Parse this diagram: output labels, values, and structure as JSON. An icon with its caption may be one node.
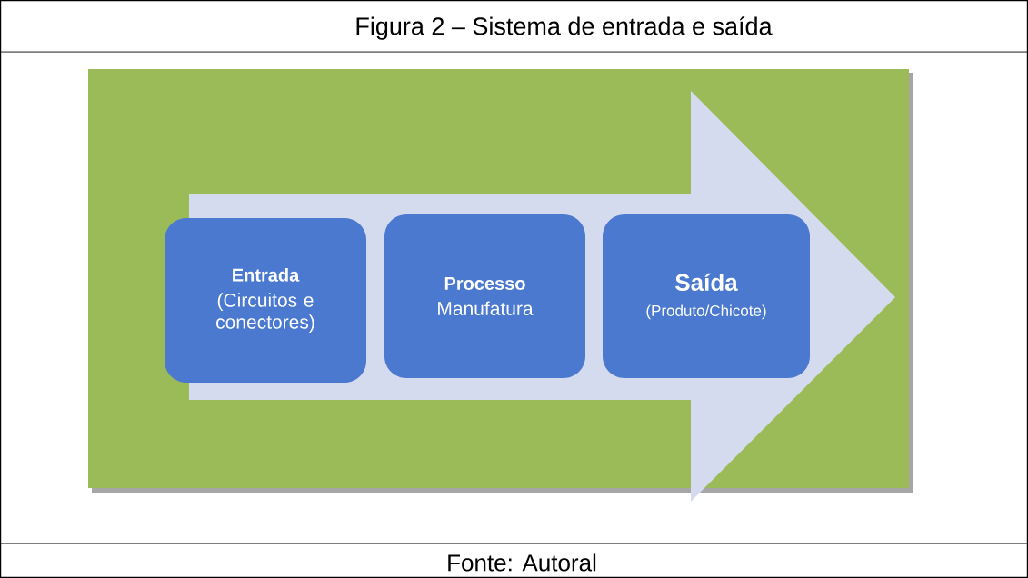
{
  "diagram": {
    "title": "Figura 2 – Sistema de entrada e saída",
    "caption": "Fonte: Autoral",
    "nodes": [
      {
        "text": [
          "Entrada",
          "(Circuitos e conectores)"
        ]
      },
      {
        "text": [
          "Processo",
          "Manufatura"
        ]
      },
      {
        "text": [
          "Saída",
          "(Produto/Chicote)"
        ]
      }
    ]
  }
}
